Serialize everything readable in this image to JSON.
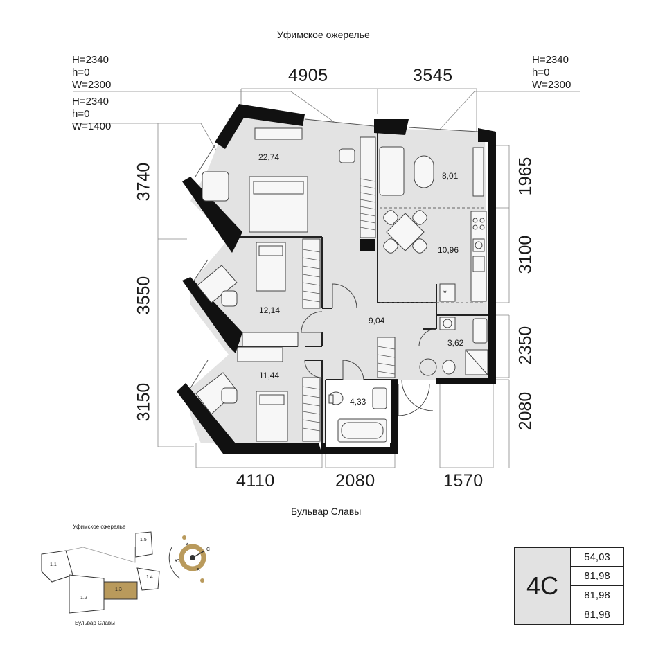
{
  "streets": {
    "top": "Уфимское ожерелье",
    "bottom": "Бульвар Славы"
  },
  "windows": [
    {
      "lines": [
        "H=2340",
        "h=0",
        "W=2300"
      ]
    },
    {
      "lines": [
        "H=2340",
        "h=0",
        "W=1400"
      ]
    },
    {
      "lines": [
        "H=2340",
        "h=0",
        "W=2300"
      ]
    }
  ],
  "dimensions": {
    "top": [
      "4905",
      "3545"
    ],
    "bottom": [
      "4110",
      "2080",
      "1570"
    ],
    "left": [
      "3740",
      "3550",
      "3150"
    ],
    "right": [
      "1965",
      "3100",
      "2350",
      "2080"
    ]
  },
  "rooms": [
    {
      "area": "22,74"
    },
    {
      "area": "8,01"
    },
    {
      "area": "10,96"
    },
    {
      "area": "12,14"
    },
    {
      "area": "9,04"
    },
    {
      "area": "3,62"
    },
    {
      "area": "11,44"
    },
    {
      "area": "4,33"
    }
  ],
  "kitchen_symbol": "*",
  "site_plan": {
    "street_top": "Уфимское ожерелье",
    "street_bottom": "Бульвар Славы",
    "buildings": [
      "1.1",
      "1.2",
      "1.3",
      "1.4",
      "1.5"
    ],
    "highlight_building": "1.3",
    "highlight_color": "#b99a5c",
    "compass": {
      "n": "С",
      "s": "Ю",
      "w": "З",
      "e": "В"
    }
  },
  "summary": {
    "code": "4С",
    "values": [
      "54,03",
      "81,98",
      "81,98",
      "81,98"
    ]
  },
  "colors": {
    "wall": "#111111",
    "floor": "#e3e3e3",
    "accent": "#b99a5c"
  }
}
